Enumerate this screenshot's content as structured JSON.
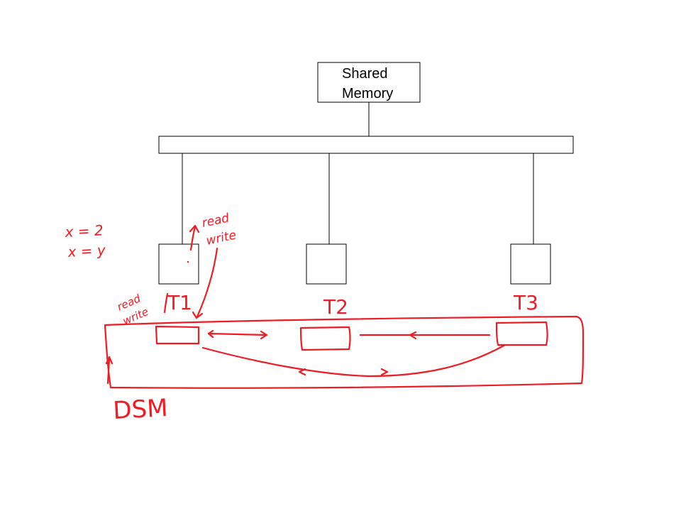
{
  "shared_memory": {
    "line1": "Shared",
    "line2": "Memory"
  },
  "nodes": [
    {
      "label": "T1"
    },
    {
      "label": "T2"
    },
    {
      "label": "T3"
    }
  ],
  "annotations": {
    "eq1": "x = 2",
    "eq2": "x = y",
    "rw_top_read": "read",
    "rw_top_write": "write",
    "rw_left_read": "read",
    "rw_left_write": "write",
    "dsm": "DSM"
  },
  "colors": {
    "ink": "#ee1c24",
    "line": "#000000",
    "background": "#ffffff"
  }
}
